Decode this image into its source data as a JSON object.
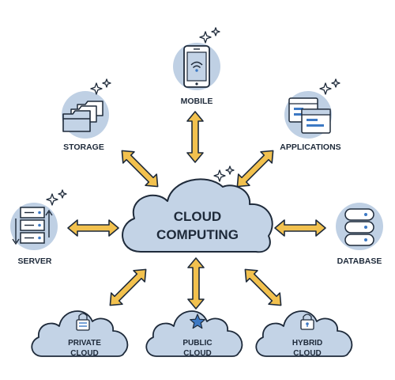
{
  "center": {
    "line1": "CLOUD",
    "line2": "COMPUTING"
  },
  "nodes": {
    "mobile": "MOBILE",
    "storage": "STORAGE",
    "applications": "APPLICATIONS",
    "server": "SERVER",
    "database": "DATABASE"
  },
  "clouds": {
    "private": [
      "PRIVATE",
      "CLOUD"
    ],
    "public": [
      "PUBLIC",
      "CLOUD"
    ],
    "hybrid": [
      "HYBRID",
      "CLOUD"
    ]
  },
  "colors": {
    "cloud_fill": "#c3d3e6",
    "icon_bg": "#bfd0e4",
    "arrow": "#f2c14e",
    "outline": "#1e2a3a",
    "accent_blue": "#3d79c4"
  }
}
